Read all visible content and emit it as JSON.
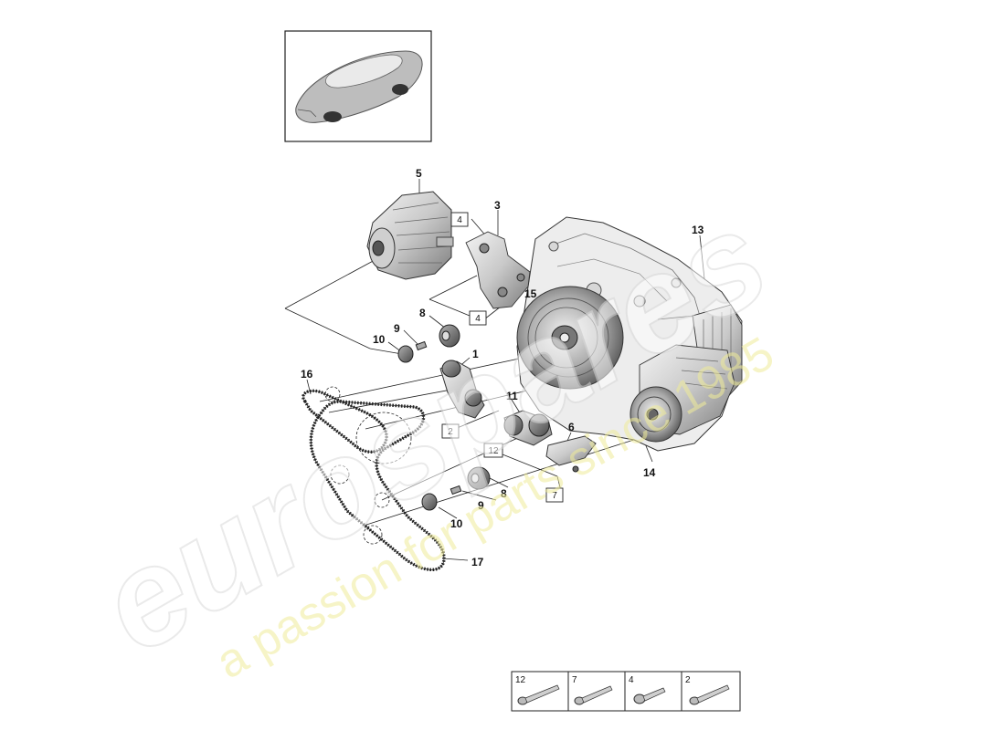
{
  "thumbnail": {
    "alt": "car-side-view"
  },
  "callouts": {
    "c1": "1",
    "c3": "3",
    "c5": "5",
    "c6": "6",
    "c8a": "8",
    "c8b": "8",
    "c9a": "9",
    "c9b": "9",
    "c10a": "10",
    "c10b": "10",
    "c11": "11",
    "c13": "13",
    "c14": "14",
    "c15": "15",
    "c16": "16",
    "c17": "17"
  },
  "boxed_refs": {
    "b4a": "4",
    "b4b": "4",
    "b2": "2",
    "b12": "12",
    "b7": "7"
  },
  "legend": [
    {
      "num": "12",
      "icon": "bolt-icon"
    },
    {
      "num": "7",
      "icon": "bolt-icon"
    },
    {
      "num": "4",
      "icon": "bolt-icon"
    },
    {
      "num": "2",
      "icon": "bolt-icon"
    }
  ],
  "watermark": {
    "brand": "eurospares",
    "tagline": "a passion for parts since 1985"
  }
}
